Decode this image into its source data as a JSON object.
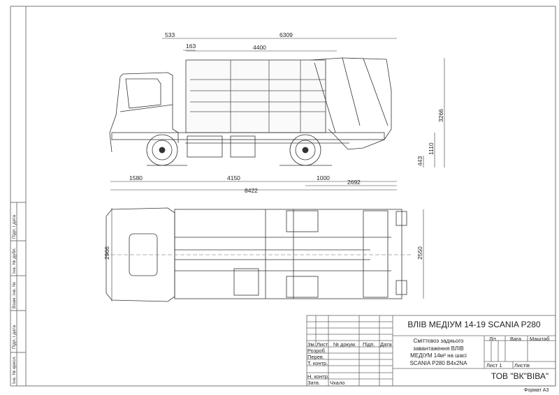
{
  "drawing": {
    "dimensions_side": {
      "cab_offset": "533",
      "overall_body": "6309",
      "gap": "163",
      "body_length": "4400",
      "height": "3266",
      "tail_height": "1110",
      "step_height": "443",
      "front_overhang": "1580",
      "wheelbase": "4150",
      "rear_axle_offset": "1000",
      "rear_overhang": "2692",
      "overall_length": "8422"
    },
    "dimensions_top": {
      "cab_width": "2966",
      "body_width": "2550"
    }
  },
  "side_stamp": [
    "Підп. і дата",
    "Інв. № дубл.",
    "Взам. інв. №",
    "Підп. і дата",
    "Інв. № кресл."
  ],
  "title_block": {
    "title": "ВЛІВ  МЕДІУМ 14-19 SCANIA P280",
    "description": [
      "Сміттєвоз заднього",
      "завантаження ВЛІВ",
      "МЕДІУМ 14м³ на шасі",
      "SCANIA P280 B4x2NA"
    ],
    "headers": [
      "Зм.",
      "Лист",
      "№ докум.",
      "Підп.",
      "Дата"
    ],
    "roles": [
      "Розроб.",
      "Перев.",
      "Т. контр.",
      "",
      "Н. контр.",
      "Затв."
    ],
    "approver": "Чхало",
    "lit_label": "Літ.",
    "mass_label": "Вага",
    "scale_label": "Маштаб",
    "sheet_label": "Лист 1",
    "sheets_label": "Листів",
    "company": "ТОВ \"ВК\"ВІВА\"",
    "format": "Формат А3"
  }
}
